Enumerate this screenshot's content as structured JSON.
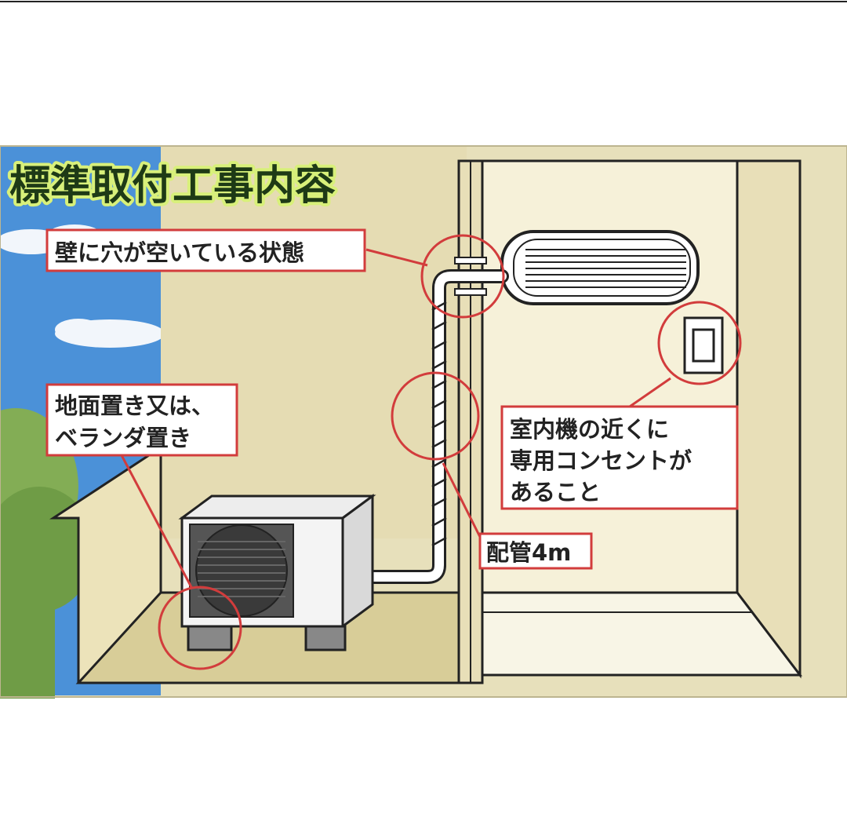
{
  "title": "標準取付工事内容",
  "labels": {
    "wall_hole": "壁に穴が空いている状態",
    "ground_line1": "地面置き又は、",
    "ground_line2": "ベランダ置き",
    "outlet_line1": "室内機の近くに",
    "outlet_line2": "専用コンセントが",
    "outlet_line3": "あること",
    "piping": "配管4m"
  },
  "colors": {
    "title_fill": "#1e3a16",
    "title_outline": "#d8f07a",
    "annotation_red": "#d23c3c",
    "wall": "#e6ddb6",
    "floor": "#d6cc96",
    "sky": "#4a8fd6",
    "tree": "#7aa84a"
  }
}
